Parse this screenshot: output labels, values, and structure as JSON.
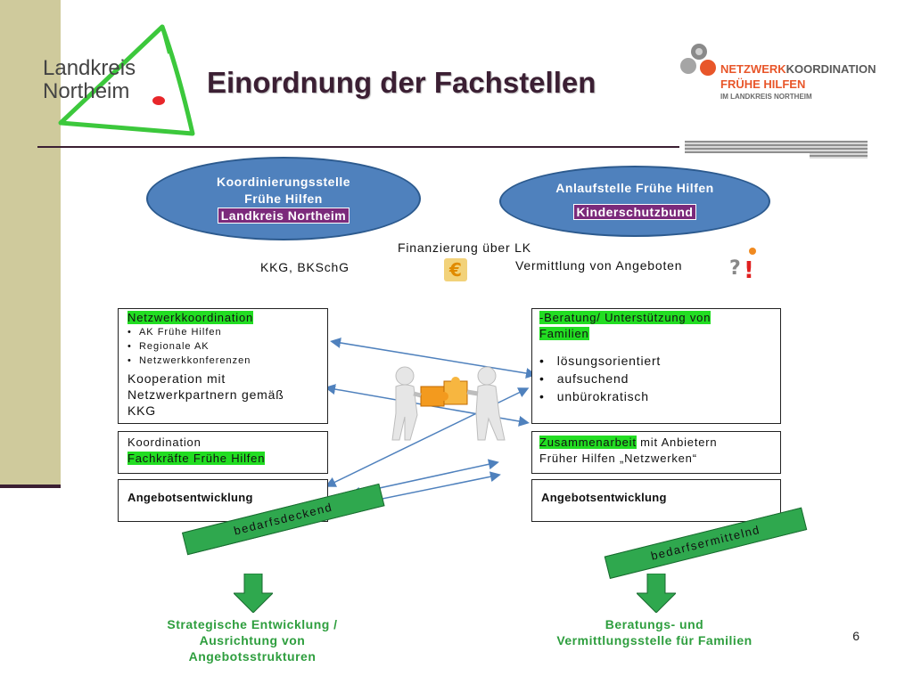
{
  "slide": {
    "title": "Einordnung der Fachstellen",
    "number": "6"
  },
  "logo_left": {
    "line1": "Landkreis",
    "line2": "Northeim"
  },
  "logo_right": {
    "line1_a": "NETZWERK",
    "line1_b": "KOORDINATION",
    "line2": "FRÜHE HILFEN",
    "line3": "IM LANDKREIS NORTHEIM"
  },
  "diagram": {
    "left_ellipse": {
      "line1": "Koordinierungsstelle",
      "line2": "Frühe Hilfen",
      "highlight": "Landkreis Northeim"
    },
    "right_ellipse": {
      "line1": "Anlaufstelle Frühe Hilfen",
      "highlight": "Kinderschutzbund"
    },
    "financing": "Finanzierung über LK",
    "law": "KKG, BKSchG",
    "mediation": "Vermittlung von Angeboten",
    "left_box1": {
      "heading": "Netzwerkkoordination",
      "bullets": [
        "AK Frühe Hilfen",
        "Regionale AK",
        "Netzwerkkonferenzen"
      ],
      "text1": "Kooperation mit",
      "text2": "Netzwerkpartnern gemäß",
      "text3": "KKG"
    },
    "left_box2": {
      "line1": "Koordination",
      "line2": "Fachkräfte Frühe Hilfen"
    },
    "left_box3": "Angebotsentwicklung",
    "right_box1": {
      "heading1": "-Beratung/ Unterstützung von",
      "heading2": "Familien",
      "bullets": [
        "lösungsorientiert",
        "aufsuchend",
        "unbürokratisch"
      ]
    },
    "right_box2": {
      "highlight": "Zusammenarbeit",
      "rest": " mit Anbietern",
      "line2": "Früher Hilfen „Netzwerken“"
    },
    "right_box3": "Angebotsentwicklung",
    "left_band": "bedarfsdeckend",
    "right_band": "bedarfsermittelnd",
    "left_output": {
      "line1": "Strategische Entwicklung /",
      "line2": "Ausrichtung von",
      "line3": "Angebotsstrukturen"
    },
    "right_output": {
      "line1": "Beratungs- und",
      "line2": "Vermittlungsstelle für Familien"
    }
  },
  "colors": {
    "sidebar": "#cfca9c",
    "title": "#3b1f33",
    "ellipse": "#4f81bd",
    "highlight_green": "#22dd22",
    "highlight_magenta": "#7b2a7b",
    "band_green": "#2fa84e",
    "output_green": "#2e9e3e",
    "brand_orange": "#e8562a"
  }
}
